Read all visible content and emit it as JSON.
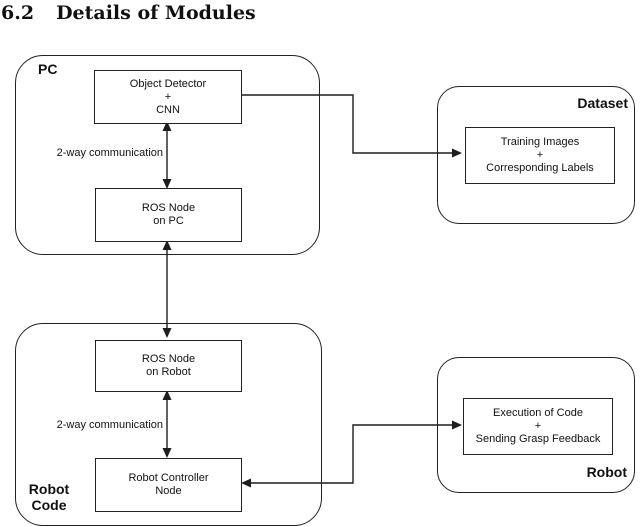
{
  "heading": {
    "number": "6.2",
    "title": "Details of Modules"
  },
  "pc": {
    "label": "PC",
    "object_detector_box": {
      "line1": "Object Detector",
      "line2": "+",
      "line3": "CNN"
    },
    "ros_node_box": {
      "line1": "ROS Node",
      "line2": "on PC"
    },
    "comm_label": "2-way communication"
  },
  "robot_code": {
    "label_line1": "Robot",
    "label_line2": "Code",
    "ros_node_box": {
      "line1": "ROS Node",
      "line2": "on Robot"
    },
    "controller_box": {
      "line1": "Robot Controller",
      "line2": "Node"
    },
    "comm_label": "2-way communication"
  },
  "dataset": {
    "label": "Dataset",
    "box": {
      "line1": "Training Images",
      "line2": "+",
      "line3": "Corresponding Labels"
    }
  },
  "robot": {
    "label": "Robot",
    "box": {
      "line1": "Execution of Code",
      "line2": "+",
      "line3": "Sending Grasp Feedback"
    }
  },
  "colors": {
    "stroke": "#1d1d1d",
    "background": "#ffffff"
  }
}
